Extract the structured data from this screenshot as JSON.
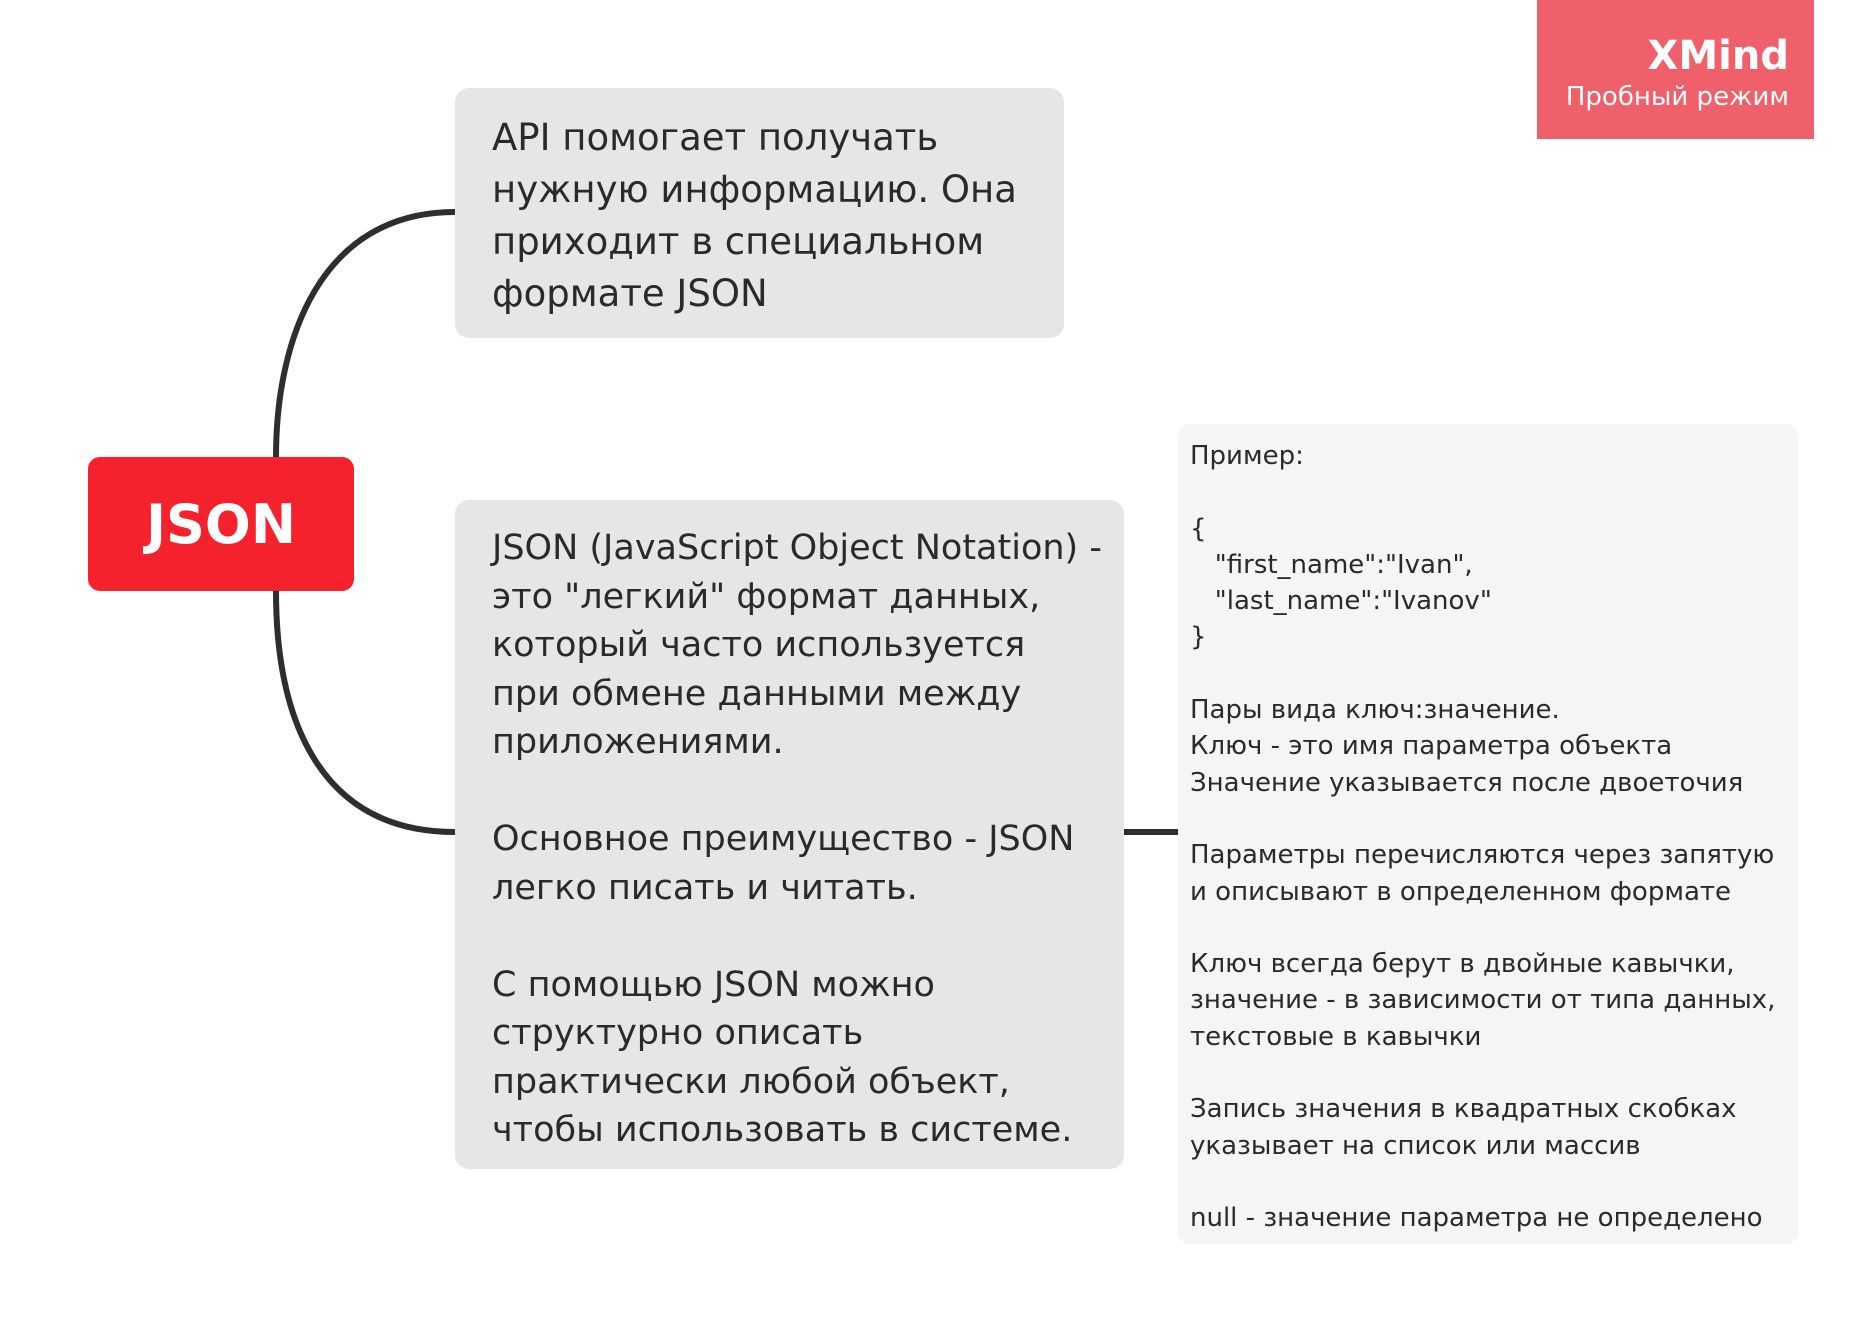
{
  "watermark": {
    "title": "XMind",
    "subtitle": "Пробный режим"
  },
  "root": {
    "label": "JSON"
  },
  "topics": [
    {
      "text": "API помогает получать нужную информацию. Она приходит в специальном формате JSON"
    },
    {
      "paragraphs": [
        "JSON (JavaScript Object Notation) - это \"легкий\" формат данных, который часто используется при обмене данными между приложениями.",
        "Основное преимущество - JSON легко писать и читать.",
        "С помощью JSON можно структурно описать практически любой объект, чтобы использовать в системе."
      ]
    }
  ],
  "note": {
    "lines": [
      "Пример:",
      "",
      "{",
      "   \"first_name\":\"Ivan\",",
      "   \"last_name\":\"Ivanov\"",
      "}",
      "",
      "Пары вида ключ:значение.",
      "Ключ - это имя параметра объекта",
      "Значение указывается после двоеточия",
      "",
      "Параметры перечисляются через запятую",
      "и описывают в определенном формате",
      "",
      "Ключ всегда берут в двойные кавычки,",
      "значение - в зависимости от типа данных,",
      "текстовые в кавычки",
      "",
      "Запись значения в квадратных скобках",
      "указывает на список или массив",
      "",
      "null - значение параметра не определено"
    ]
  }
}
